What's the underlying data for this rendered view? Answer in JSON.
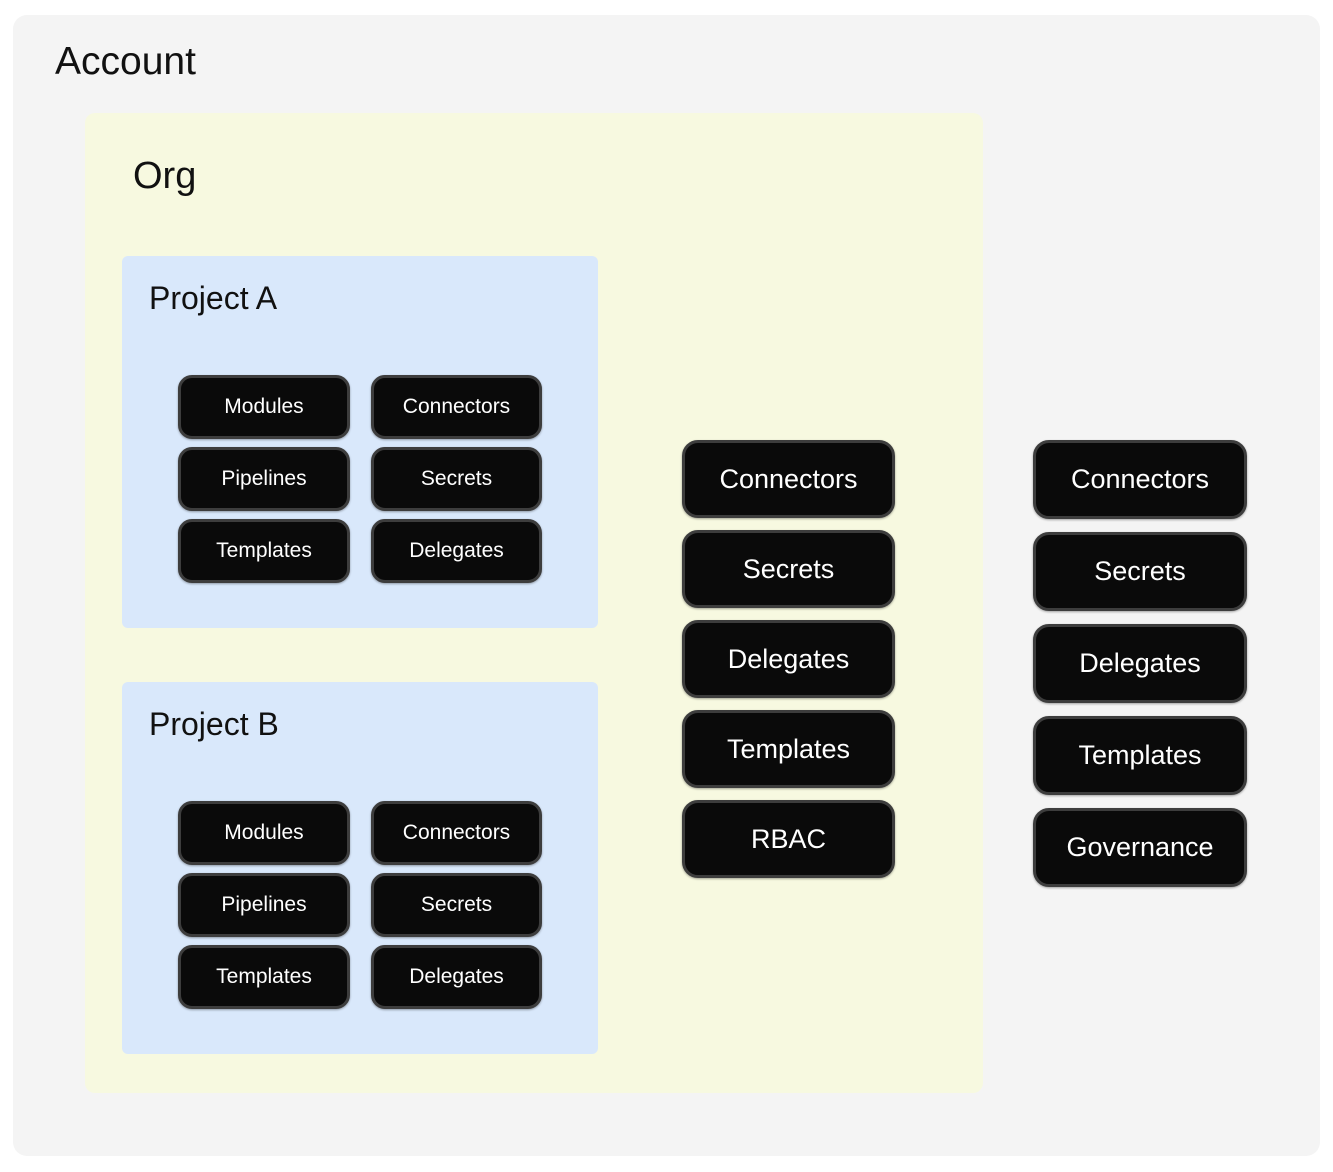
{
  "colors": {
    "page_bg": "#ffffff",
    "account_bg": "#f4f4f4",
    "org_bg": "#f7f9e0",
    "project_bg": "#d9e8fb",
    "node_bg": "#0a0a0a",
    "node_border": "#3d3d3d",
    "node_text": "#ffffff",
    "title_text": "#111111"
  },
  "account": {
    "label": "Account",
    "resources": [
      "Connectors",
      "Secrets",
      "Delegates",
      "Templates",
      "Governance"
    ],
    "org": {
      "label": "Org",
      "resources": [
        "Connectors",
        "Secrets",
        "Delegates",
        "Templates",
        "RBAC"
      ],
      "projects": [
        {
          "label": "Project A",
          "resources": [
            "Modules",
            "Connectors",
            "Pipelines",
            "Secrets",
            "Templates",
            "Delegates"
          ]
        },
        {
          "label": "Project B",
          "resources": [
            "Modules",
            "Connectors",
            "Pipelines",
            "Secrets",
            "Templates",
            "Delegates"
          ]
        }
      ]
    }
  }
}
